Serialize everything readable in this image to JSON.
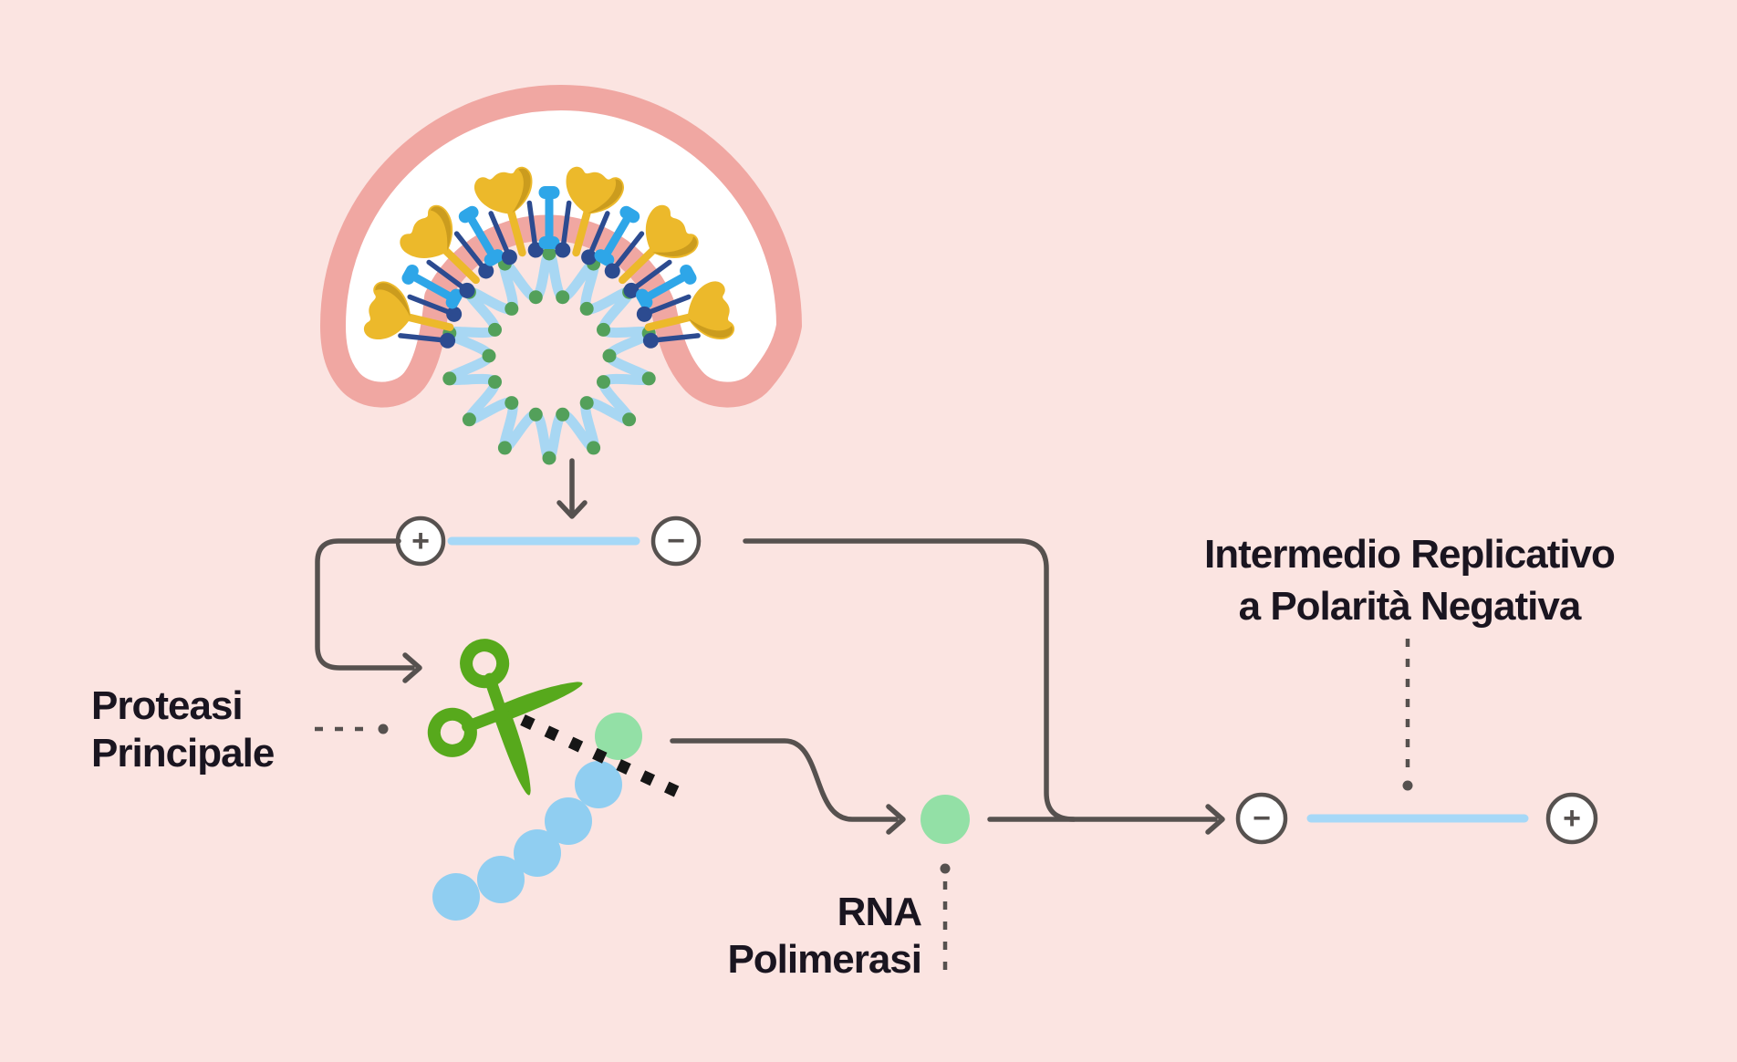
{
  "labels": {
    "main_protease": {
      "line1": "Proteasi",
      "line2": "Principale"
    },
    "rna_polymerase": {
      "line1": "RNA",
      "line2": "Polimerasi"
    },
    "negative_intermediate": {
      "line1": "Intermedio Replicativo",
      "line2": "a Polarità Negativa"
    }
  },
  "signs": {
    "genomic_strand_left": "+",
    "genomic_strand_right": "−",
    "intermediate_strand_left": "−",
    "intermediate_strand_right": "+"
  },
  "icons": {
    "protease": "scissors-icon",
    "virus": "coronavirus-particle-icon",
    "cut_site": "dotted-cut-line",
    "polymerase": "polymerase-green-circle",
    "spikes": [
      "spike-trumpet-icon",
      "m-protein-dumbbell-icon",
      "e-protein-pin-icon"
    ]
  },
  "colors": {
    "background": "#fbe4e1",
    "membrane": "#f0a7a2",
    "vesicle_white": "#ffffff",
    "genome_rna": "#a8d7f3",
    "genome_dots": "#53a05a",
    "spike_yellow": "#ecb92b",
    "spike_yellow_shade": "#cb9c1e",
    "m_protein_blue": "#2ea6e8",
    "pin_navy": "#2c4b90",
    "strand_blue": "#a6d8f7",
    "connector": "#56514f",
    "scissors_green": "#57a91c",
    "bead_blue": "#90cef1",
    "bead_green": "#93e0a6",
    "cut_line": "#161616",
    "text": "#1a1520"
  }
}
